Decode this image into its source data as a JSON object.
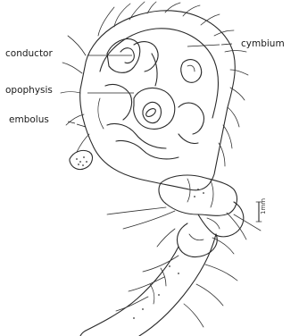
{
  "labels": {
    "conductor": "conductor",
    "opophysis": "opophysis",
    "embolus": "embolus",
    "cymbium": "cymbium"
  },
  "scale_bar": {
    "text": "1mm"
  }
}
